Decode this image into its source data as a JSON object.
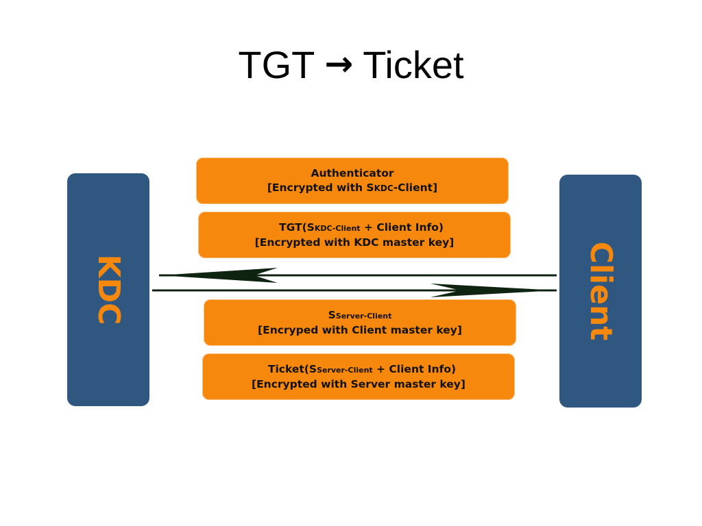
{
  "title": {
    "left": "TGT",
    "arrow": "→",
    "right": "Ticket"
  },
  "kdc": {
    "label": "KDC"
  },
  "client": {
    "label": "Client"
  },
  "messages": [
    {
      "line1_a": "Authenticator",
      "line2_a": "[Encrypted with S",
      "line2_sc": "KDC",
      "line2_b": "-Client]"
    },
    {
      "line1_a": "TGT(S",
      "line1_sub": "KDC-Client",
      "line1_b": " + Client Info)",
      "line2": "[Encrypted with KDC master key]"
    },
    {
      "line1_a": "S",
      "line1_sub": "Server-Client",
      "line2": "[Encryped with Client master key]"
    },
    {
      "line1_a": "Ticket(S",
      "line1_sub": "Server-Client",
      "line1_b": " + Client Info)",
      "line2": "[Encrypted with Server master key]"
    }
  ],
  "colors": {
    "pillar": "#2f5780",
    "pillar_text": "#f7880e",
    "message_box": "#f7880e",
    "arrow": "#0f2410"
  }
}
